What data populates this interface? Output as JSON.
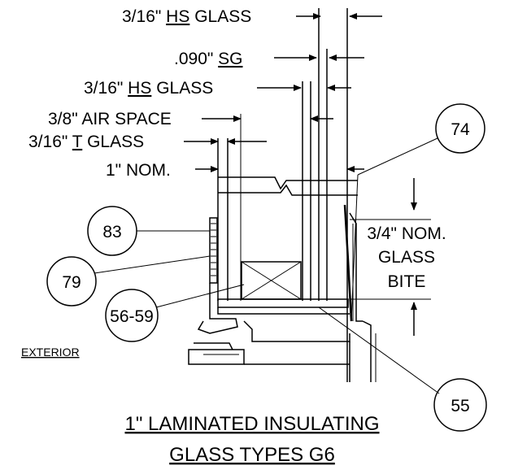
{
  "callouts": {
    "hs_glass_top": {
      "prefix": "3/16\" ",
      "code": "HS",
      "suffix": " GLASS"
    },
    "sg_interlayer": {
      "prefix": ".090\" ",
      "code": "SG",
      "suffix": ""
    },
    "hs_glass_inner": {
      "prefix": "3/16\" ",
      "code": "HS",
      "suffix": " GLASS"
    },
    "air_space": "3/8\" AIR SPACE",
    "t_glass": {
      "prefix": "3/16\" ",
      "code": "T",
      "suffix": " GLASS"
    },
    "nominal": "1\" NOM.",
    "glass_bite": [
      "3/4\" NOM.",
      "GLASS",
      "BITE"
    ],
    "exterior": "EXTERIOR"
  },
  "bubbles": {
    "b74": "74",
    "b83": "83",
    "b79": "79",
    "b5659": "56-59",
    "b55": "55"
  },
  "title": {
    "line1": "1\" LAMINATED INSULATING",
    "line2": "GLASS TYPES G6"
  }
}
